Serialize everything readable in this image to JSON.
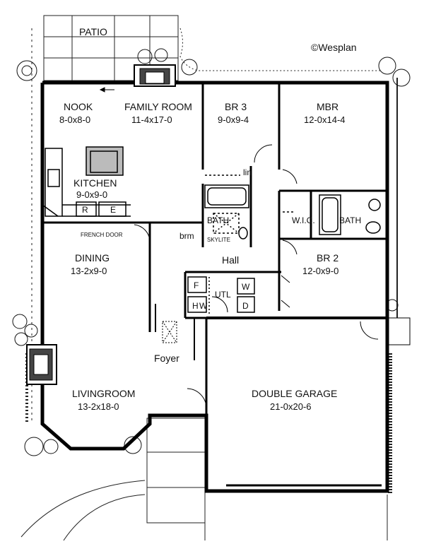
{
  "copyright": "©Wesplan",
  "patio": "PATIO",
  "nook": {
    "name": "NOOK",
    "dims": "8-0x8-0"
  },
  "family_room": {
    "name": "FAMILY ROOM",
    "dims": "11-4x17-0"
  },
  "br3": {
    "name": "BR 3",
    "dims": "9-0x9-4"
  },
  "mbr": {
    "name": "MBR",
    "dims": "12-0x14-4"
  },
  "kitchen": {
    "name": "KITCHEN",
    "dims": "9-0x9-0",
    "refrigerator": "R",
    "range": "E"
  },
  "linen": "lin",
  "bath_hall": "BATH",
  "skylite": "SKYLITE",
  "wic": "W.I.C.",
  "bath_master": "BATH",
  "broom": "brm",
  "french_door": "FRENCH DOOR",
  "hall": "Hall",
  "dining": {
    "name": "DINING",
    "dims": "13-2x9-0"
  },
  "br2": {
    "name": "BR 2",
    "dims": "12-0x9-0"
  },
  "utility": {
    "label": "UTL",
    "freezer": "F",
    "water_heater_h": "H",
    "water_heater_w": "W",
    "washer": "W",
    "dryer": "D"
  },
  "foyer": "Foyer",
  "living_room": {
    "name": "LIVINGROOM",
    "dims": "13-2x18-0"
  },
  "garage": {
    "name": "DOUBLE GARAGE",
    "dims": "21-0x20-6"
  }
}
